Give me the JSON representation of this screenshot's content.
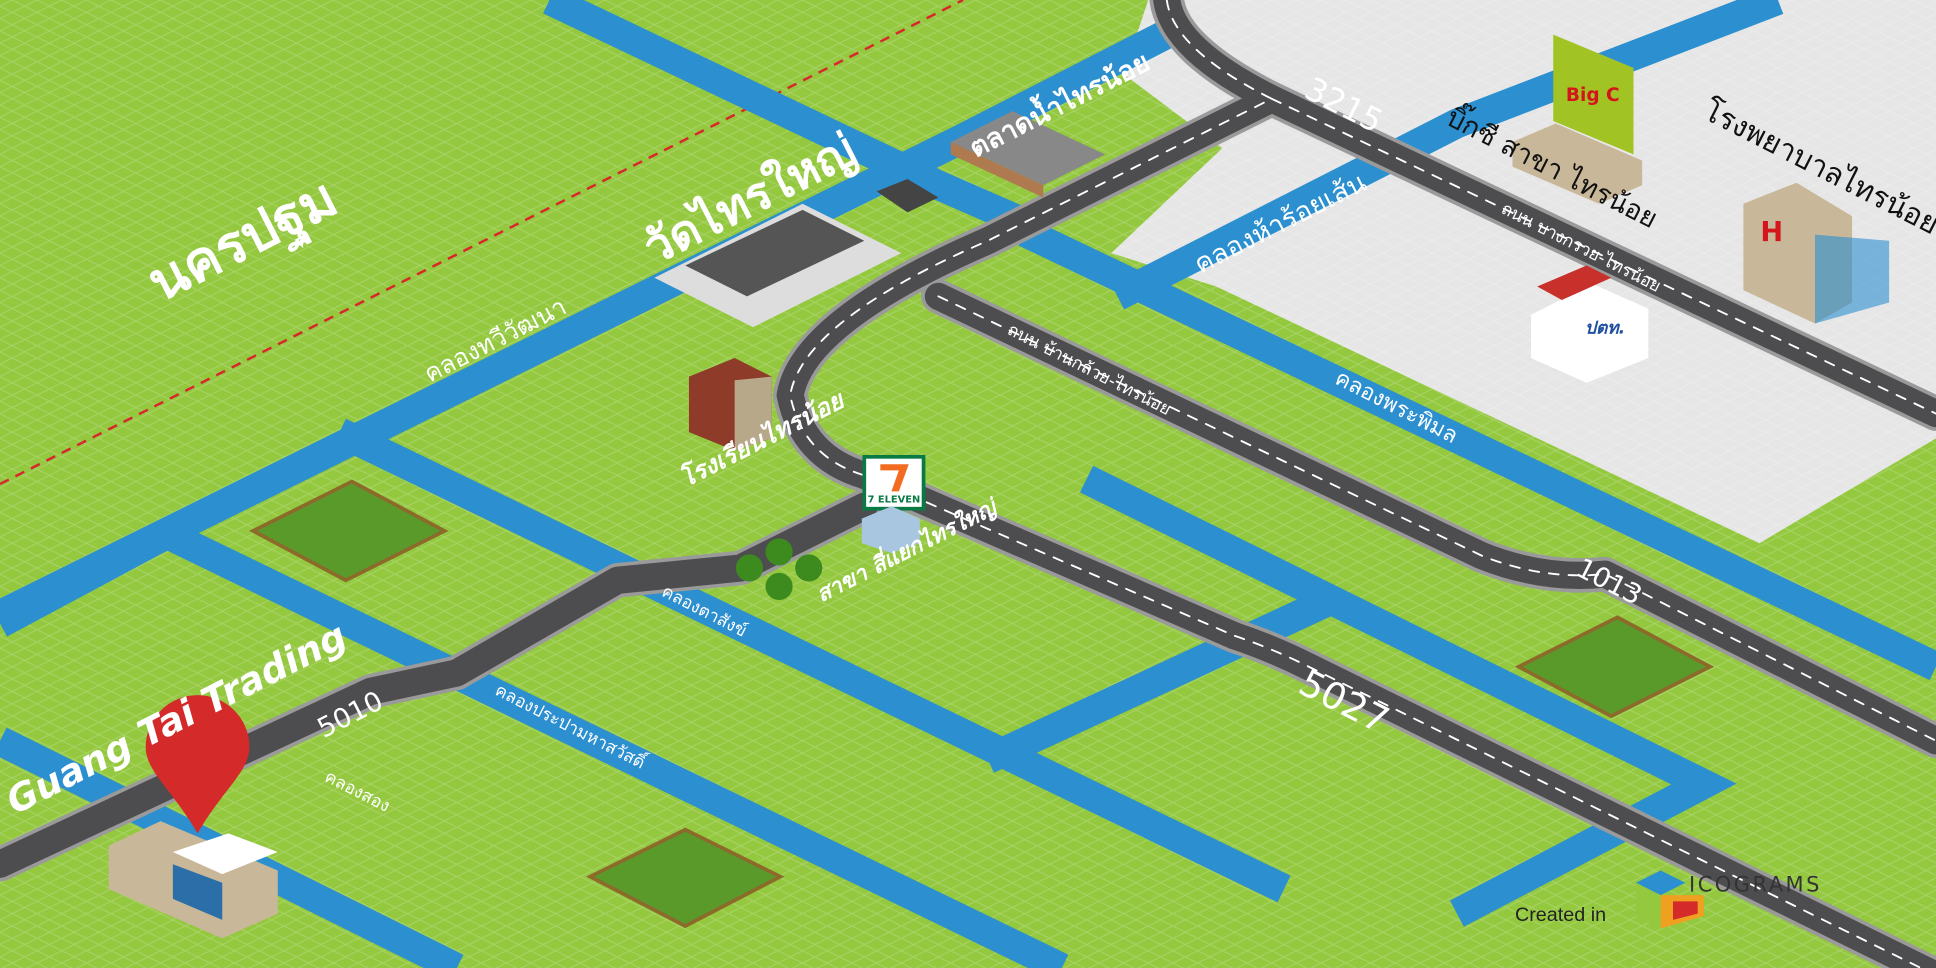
{
  "map": {
    "province_label": "นครปฐม",
    "colors": {
      "grass": "#93c83f",
      "canal": "#2b8fd0",
      "road": "#4d4d4f",
      "urban": "#e6e6e6",
      "pin": "#d42a2a",
      "boundary": "#d9262c"
    },
    "landmarks": [
      {
        "id": "wat",
        "label": "วัดไทรใหญ่"
      },
      {
        "id": "market",
        "label": "ตลาดน้ำไทรน้อย"
      },
      {
        "id": "bigc",
        "label": "บิ๊กซี สาขา ไทรน้อย",
        "icon_text": "Big C"
      },
      {
        "id": "hospital",
        "label": "โรงพยาบาลไทรน้อย",
        "icon_text": "H"
      },
      {
        "id": "gas",
        "label": "ปตท.",
        "icon_text": "ปตท."
      },
      {
        "id": "school",
        "label": "โรงเรียนไทรน้อย"
      },
      {
        "id": "seven",
        "label": "สาขา สี่แยกไทรใหญ่",
        "icon_text": "7 ELEVEN"
      },
      {
        "id": "guangtai",
        "label": "Guang Tai Trading"
      }
    ],
    "canals": [
      "คลองทวีวัฒนา",
      "คลองห้าร้อยเส้น",
      "คลองพระพิมล",
      "คลองตาสังข์",
      "คลองประปามหาสวัสดิ์",
      "คลองสอง"
    ],
    "roads": [
      "ถนน บางกรวย-ไทรน้อย",
      "ถนน บ้านกล้วย-ไทรน้อย"
    ],
    "route_numbers": [
      "3215",
      "1013",
      "5027",
      "5010"
    ]
  },
  "credit": {
    "prefix": "Created in",
    "brand": "ICOGRAMS"
  }
}
